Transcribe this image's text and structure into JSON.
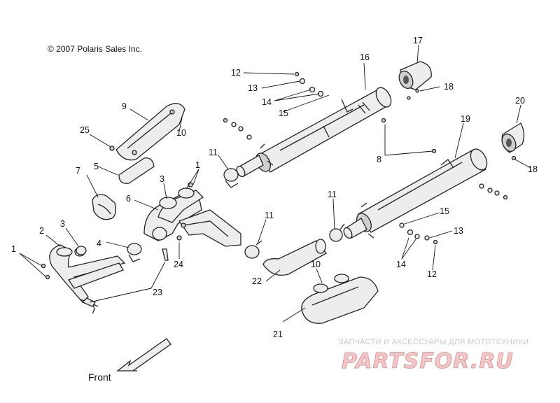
{
  "copyright": "© 2007 Polaris Sales Inc.",
  "front_label": "Front",
  "watermark": {
    "tagline": "ЗАПЧАСТИ И АКСЕССУАРЫ ДЛЯ МОТОТЕХНИКИ",
    "logo": "PARTSFOR.RU"
  },
  "callouts": {
    "c1a": "1",
    "c1b": "1",
    "c2": "2",
    "c3a": "3",
    "c3b": "3",
    "c4": "4",
    "c5": "5",
    "c6": "6",
    "c7": "7",
    "c8": "8",
    "c9": "9",
    "c10a": "10",
    "c10b": "10",
    "c11a": "11",
    "c11b": "11",
    "c11c": "11",
    "c12a": "12",
    "c12b": "12",
    "c13a": "13",
    "c13b": "13",
    "c14a": "14",
    "c14b": "14",
    "c15a": "15",
    "c15b": "15",
    "c16": "16",
    "c17": "17",
    "c18a": "18",
    "c18b": "18",
    "c19": "19",
    "c20": "20",
    "c21": "21",
    "c22": "22",
    "c23": "23",
    "c24": "24",
    "c25": "25"
  }
}
